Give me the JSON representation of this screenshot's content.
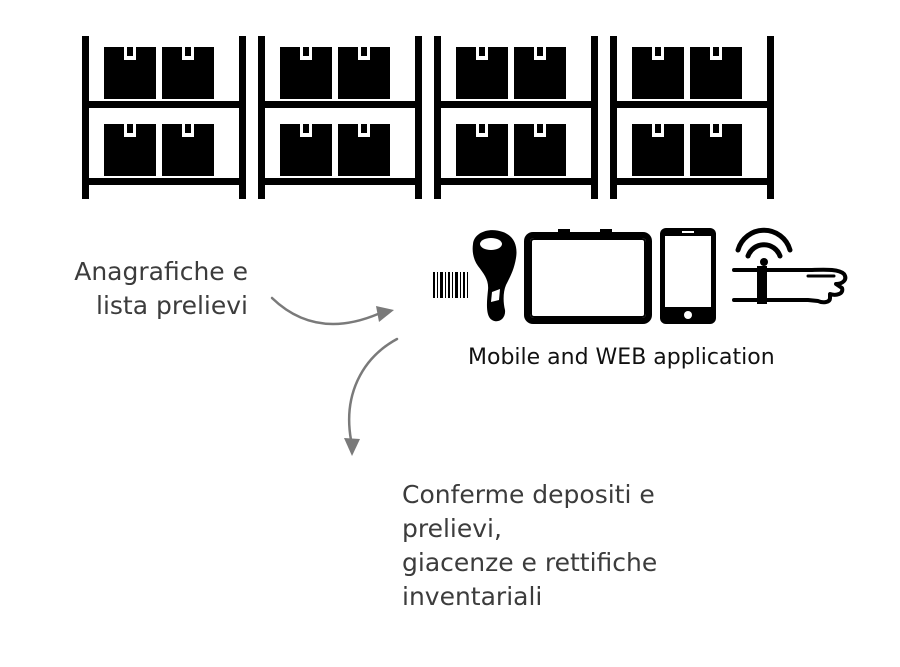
{
  "input_label": {
    "lines": [
      "Anagrafiche e",
      "lista prelievi"
    ]
  },
  "app_label": "Mobile and WEB application",
  "output_label": {
    "lines": [
      "Conferme depositi e",
      "prelievi,",
      "giacenze e rettifiche",
      "inventariali"
    ]
  },
  "shelving": {
    "units": 4,
    "rows_per_unit": 2,
    "boxes_per_row": 2
  },
  "devices": [
    "barcode-icon",
    "barcode-scanner-icon",
    "tablet-icon",
    "smartphone-icon",
    "wrist-rfid-icon"
  ],
  "colors": {
    "icons": "#000000",
    "arrows": "#7a7a7a",
    "text": "#3c3c3c"
  }
}
